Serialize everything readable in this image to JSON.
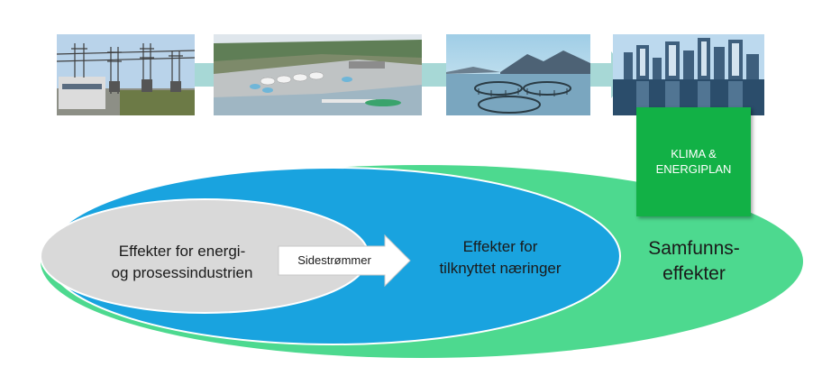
{
  "photos": [
    {
      "icon": "electrical-substation-photo"
    },
    {
      "icon": "industrial-harbor-plant-photo"
    },
    {
      "icon": "fish-farm-pens-photo"
    },
    {
      "icon": "city-waterfront-skyline-photo"
    }
  ],
  "green_box": {
    "line1": "KLIMA &",
    "line2": "ENERGIPLAN",
    "color": "#12b146"
  },
  "outer_ellipse": {
    "label_line1": "Samfunns-",
    "label_line2": "effekter",
    "color": "#4dd98f"
  },
  "middle_ellipse": {
    "label_line1": "Effekter for",
    "label_line2": "tilknyttet næringer",
    "color": "#19a3df"
  },
  "inner_ellipse": {
    "label_line1": "Effekter for energi-",
    "label_line2": "og prosessindustrien",
    "color": "#d9d9d9"
  },
  "side_arrow": {
    "label": "Sidestrømmer"
  },
  "flow_arrow_color": "#a7d8d6"
}
